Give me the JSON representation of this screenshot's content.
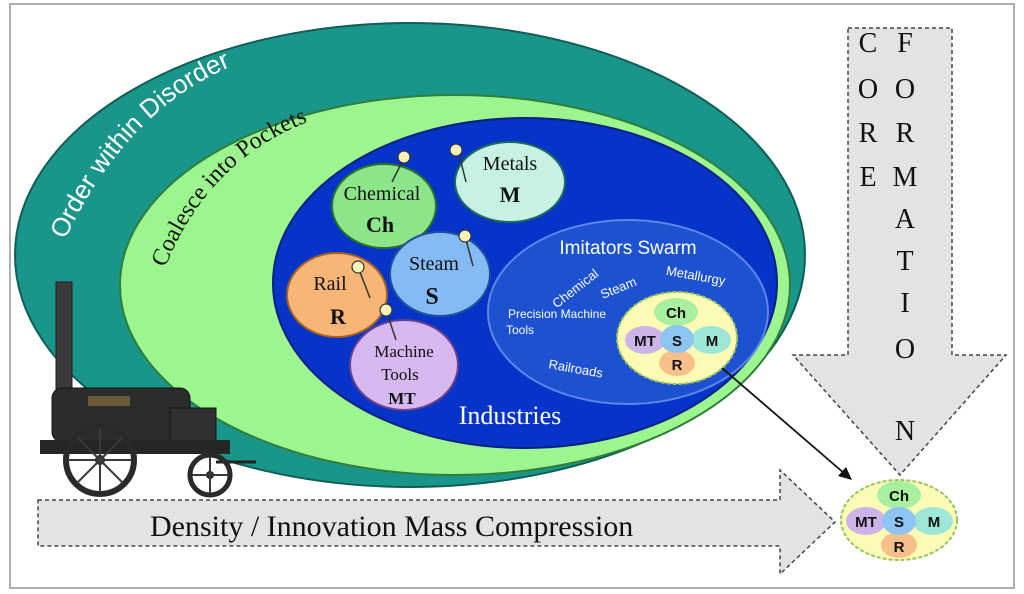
{
  "outer_label": "Order within Disorder",
  "middle_label": "Coalesce into Pockets",
  "industries_label": "Industries",
  "bubbles": {
    "chemical": {
      "name": "Chemical",
      "abbr": "Ch"
    },
    "metals": {
      "name": "Metals",
      "abbr": "M"
    },
    "steam": {
      "name": "Steam",
      "abbr": "S"
    },
    "rail": {
      "name": "Rail",
      "abbr": "R"
    },
    "machine_tools": {
      "name_line1": "Machine",
      "name_line2": "Tools",
      "abbr": "MT"
    }
  },
  "swarm": {
    "title": "Imitators Swarm",
    "chemical": "Chemical",
    "steam": "Steam",
    "metallurgy": "Metallurgy",
    "precision_line1": "Precision Machine",
    "precision_line2": "Tools",
    "railroads": "Railroads"
  },
  "core": {
    "ch": "Ch",
    "mt": "MT",
    "s": "S",
    "m": "M",
    "r": "R"
  },
  "core_formation_col1": [
    "C",
    "O",
    "R",
    "E"
  ],
  "core_formation_col2": [
    "F",
    "O",
    "R",
    "M",
    "A",
    "T",
    "I",
    "O",
    "N"
  ],
  "bottom_arrow_label": "Density / Innovation Mass Compression",
  "colors": {
    "outer": "#1a9589",
    "middle": "#9cf58f",
    "industries": "#0634c9",
    "swarm": "#1c51cf",
    "chemical": "#8ce689",
    "metals": "#c7f1e4",
    "steam": "#86baf5",
    "rail": "#f8b676",
    "machine_tools": "#d8b8f0",
    "core_bg": "#fbfbb6",
    "core_ch": "#a8f0a0",
    "core_mt": "#ccb3e8",
    "core_s": "#8ec4f2",
    "core_m": "#9ee6d8",
    "core_r": "#f7c08a",
    "arrow": "#e3e3e3"
  }
}
